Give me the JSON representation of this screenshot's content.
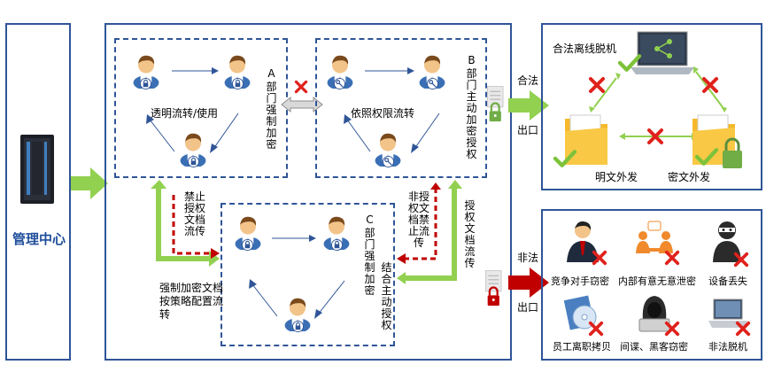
{
  "management_center": {
    "label": "管理中心"
  },
  "dept_a": {
    "title_letter": "A",
    "title_text": "部门强制加密",
    "flow_label": "透明流转/使用"
  },
  "dept_b": {
    "title_letter": "B",
    "title_text": "部门主动加密授权",
    "flow_label": "依照权限流转"
  },
  "dept_c": {
    "title_letter": "C",
    "title_text": "部门强制加密",
    "side_text": "结合主动授权"
  },
  "arrows": {
    "forbid_auth_doc": "禁止授权文档流传",
    "forbid_unauth_doc": "非授权文档禁止流传",
    "auth_doc_flow": "授权文档流传",
    "policy_flow": "强制加密文档按策略配置流转"
  },
  "legal": {
    "label_top": "合法",
    "label_bottom": "出口",
    "offline": "合法离线脱机",
    "plain_out": "明文外发",
    "cipher_out": "密文外发"
  },
  "illegal": {
    "label_top": "非法",
    "label_bottom": "出口",
    "items": [
      {
        "label": "竞争对手窃密",
        "icon": "businessman-icon"
      },
      {
        "label": "内部有意无意泄密",
        "icon": "meeting-icon"
      },
      {
        "label": "设备丢失",
        "icon": "thief-icon"
      },
      {
        "label": "员工离职拷贝",
        "icon": "disc-copy-icon"
      },
      {
        "label": "间谍、黑客窃密",
        "icon": "hacker-icon"
      },
      {
        "label": "非法脱机",
        "icon": "laptop-icon"
      }
    ]
  },
  "colors": {
    "frame_blue": "#2f5597",
    "arrow_green": "#92d050",
    "arrow_red": "#c00000",
    "title_blue": "#1f4e9b"
  }
}
